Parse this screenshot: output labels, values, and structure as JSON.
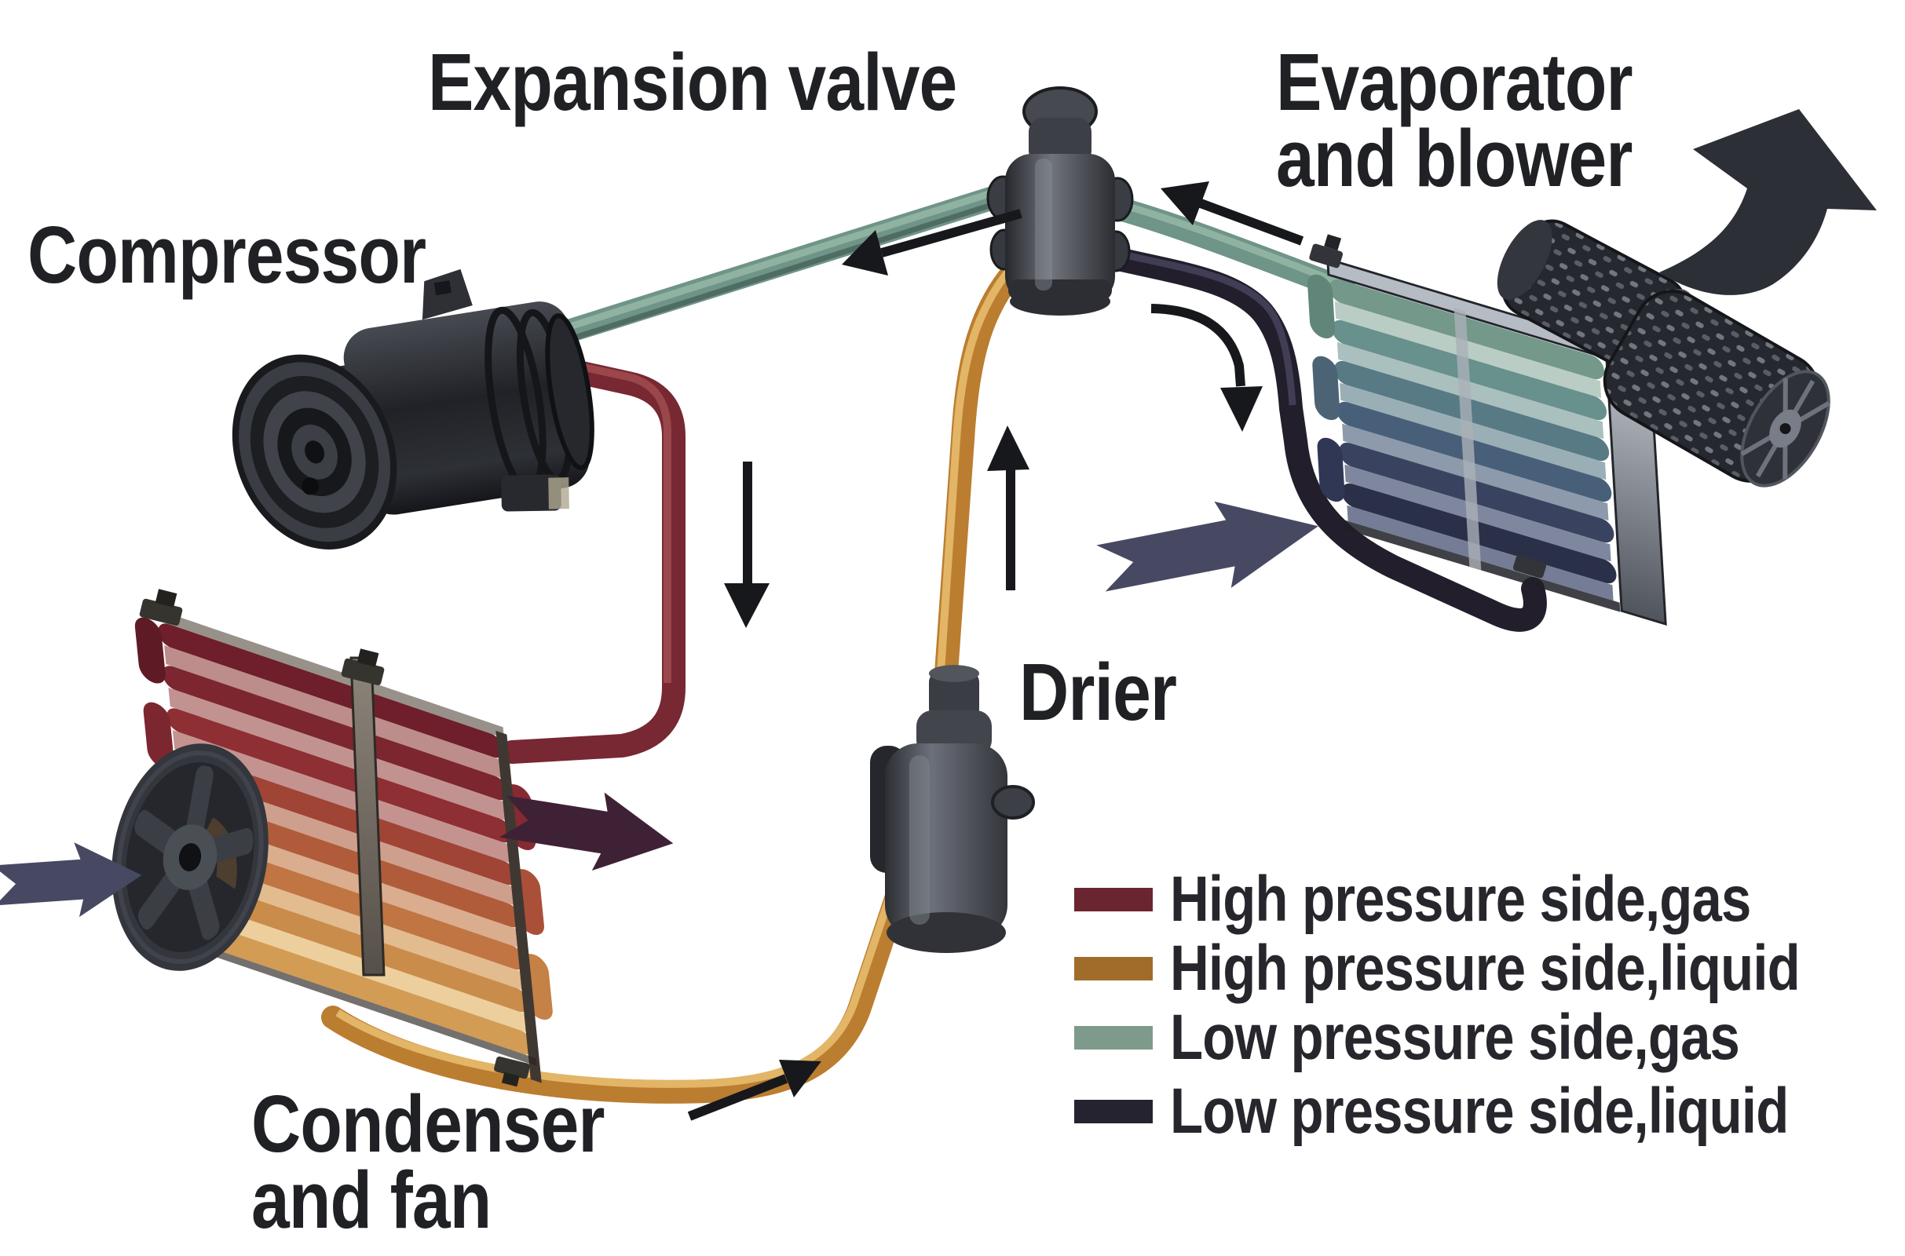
{
  "labels": {
    "expansion_valve": "Expansion valve",
    "compressor": "Compressor",
    "evaporator_line1": "Evaporator",
    "evaporator_line2": "and blower",
    "drier": "Drier",
    "condenser_line1": "Condenser",
    "condenser_line2": "and fan"
  },
  "legend": {
    "items": [
      {
        "label": "High pressure side,gas",
        "color": "#6b2530"
      },
      {
        "label": "High pressure side,liquid",
        "color": "#a06c2a"
      },
      {
        "label": "Low pressure side,gas",
        "color": "#7e9a8a"
      },
      {
        "label": "Low pressure side,liquid",
        "color": "#262330"
      }
    ]
  },
  "colors": {
    "pipe_high_gas": "#772832",
    "pipe_high_liquid": "#bb7d30",
    "pipe_low_gas": "#6f9488",
    "pipe_low_liquid": "#221e2b",
    "flow_arrow": "#17181c",
    "airflow_arrow": "#474963",
    "exhaust_arrow": "#3f2136",
    "big_airflow_arrow": "#2c2f36",
    "text": "#202125",
    "condenser_hot": "#6e1f2b",
    "condenser_warm": "#d29c55",
    "evaporator_cool": "#74988a",
    "evaporator_cold": "#2b3049"
  }
}
